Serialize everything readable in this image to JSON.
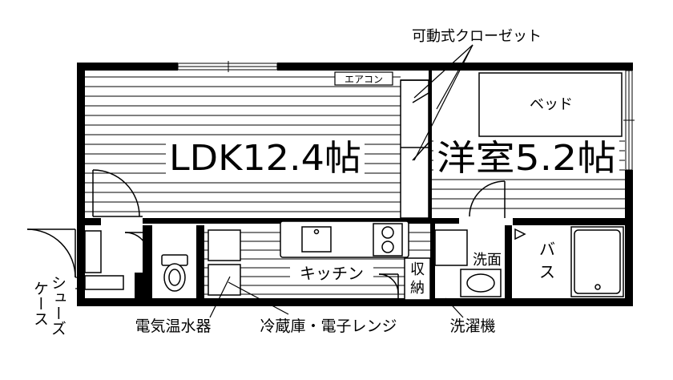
{
  "rooms": {
    "ldk": "LDK12.4帖",
    "bedroom": "洋室5.2帖",
    "kitchen": "キッチン",
    "storage_line1": "収",
    "storage_line2": "納",
    "washroom": "洗面",
    "bath_line1": "バ",
    "bath_line2": "ス"
  },
  "fixtures": {
    "aircon": "エアコン",
    "bed": "ベッド",
    "closet": "可動式クローゼット",
    "water_heater": "電気温水器",
    "fridge_microwave": "冷蔵庫・電子レンジ",
    "washer": "洗濯機",
    "shoe_case_line1": "シューズ",
    "shoe_case_line2": "ケース"
  }
}
